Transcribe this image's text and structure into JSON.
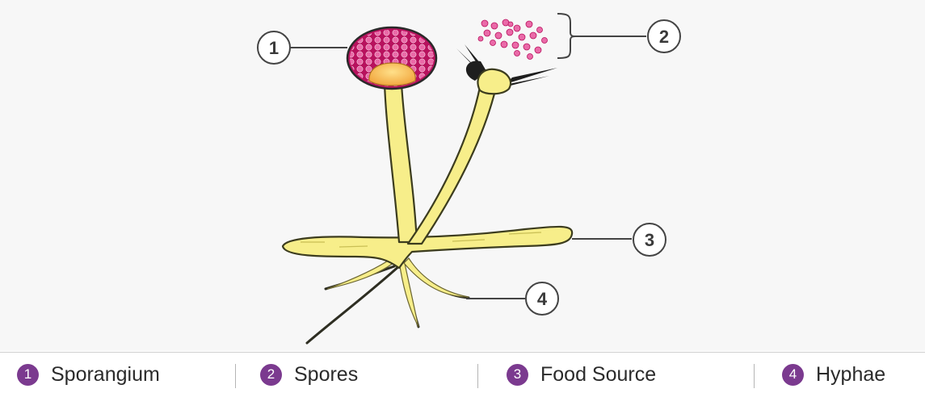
{
  "callouts": [
    {
      "number": "1"
    },
    {
      "number": "2"
    },
    {
      "number": "3"
    },
    {
      "number": "4"
    }
  ],
  "legend": {
    "items": [
      {
        "number": "1",
        "label": "Sporangium"
      },
      {
        "number": "2",
        "label": "Spores"
      },
      {
        "number": "3",
        "label": "Food Source"
      },
      {
        "number": "4",
        "label": "Hyphae"
      }
    ]
  },
  "colors": {
    "hyphae_fill": "#f7ee8a",
    "outline": "#3c3c1e",
    "sporangium": "#b8125e",
    "spore_dot": "#ea6aa8",
    "columella": "#f2a840",
    "badge": "#7b3a8f"
  }
}
